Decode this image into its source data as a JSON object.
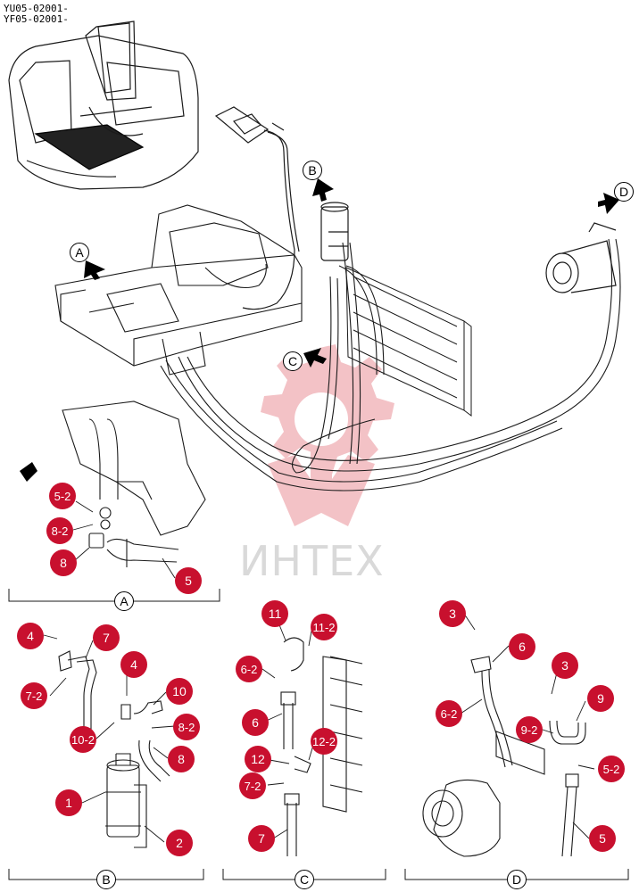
{
  "serials": [
    "YU05-02001-",
    "YF05-02001-"
  ],
  "watermark": "ИНТЕХ",
  "view_markers": {
    "a": "A",
    "b": "B",
    "c": "C",
    "d": "D"
  },
  "section_labels": {
    "a": "A",
    "b": "B",
    "c": "C",
    "d": "D"
  },
  "callouts": {
    "a_5_2": "5-2",
    "a_8_2": "8-2",
    "a_8": "8",
    "a_5": "5",
    "b_4_left": "4",
    "b_7": "7",
    "b_7_2": "7-2",
    "b_4_right": "4",
    "b_10": "10",
    "b_8_2": "8-2",
    "b_10_2": "10-2",
    "b_8": "8",
    "b_1": "1",
    "b_2": "2",
    "c_11": "11",
    "c_11_2": "11-2",
    "c_6_2": "6-2",
    "c_6": "6",
    "c_12": "12",
    "c_12_2": "12-2",
    "c_7_2": "7-2",
    "c_7": "7",
    "d_3_top": "3",
    "d_6": "6",
    "d_6_2": "6-2",
    "d_3": "3",
    "d_9": "9",
    "d_9_2": "9-2",
    "d_5_2": "5-2",
    "d_5": "5"
  },
  "colors": {
    "callout_fill": "#c8102e",
    "callout_text": "#ffffff",
    "line_art": "#1a1a1a",
    "watermark_gear": "#f2b8bd",
    "watermark_text": "#d9d9d9"
  }
}
